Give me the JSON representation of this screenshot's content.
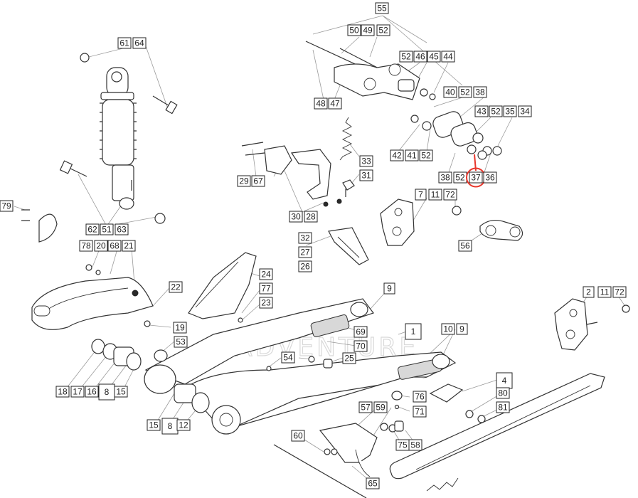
{
  "watermark": "ADVENTURE",
  "highlight_color": "#e8372c",
  "highlighted_label": "37",
  "labels": [
    "55",
    "50",
    "49",
    "52",
    "52",
    "46",
    "45",
    "44",
    "48",
    "47",
    "40",
    "52",
    "38",
    "43",
    "52",
    "35",
    "34",
    "42",
    "41",
    "52",
    "38",
    "52",
    "37",
    "36",
    "33",
    "31",
    "29",
    "67",
    "30",
    "28",
    "7",
    "11",
    "72",
    "56",
    "61",
    "64",
    "62",
    "51",
    "63",
    "79",
    "78",
    "20",
    "68",
    "21",
    "32",
    "27",
    "26",
    "24",
    "77",
    "23",
    "22",
    "19",
    "53",
    "9",
    "69",
    "70",
    "1",
    "10",
    "9",
    "54",
    "25",
    "2",
    "11",
    "72",
    "4",
    "80",
    "81",
    "76",
    "71",
    "57",
    "59",
    "18",
    "17",
    "16",
    "8",
    "15",
    "15",
    "8",
    "12",
    "60",
    "75",
    "58",
    "65"
  ]
}
